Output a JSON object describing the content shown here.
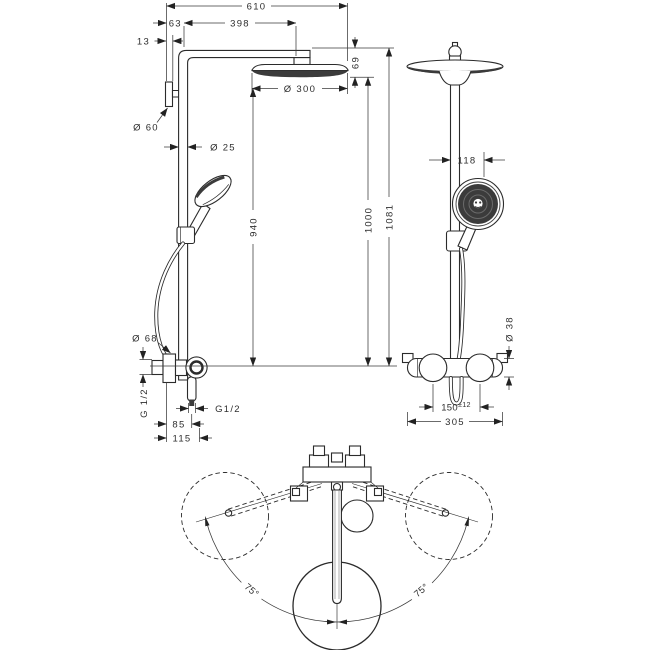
{
  "colors": {
    "line": "#2b2b2b",
    "dim": "#3a3a3a",
    "dark_fill": "#3b3b3b",
    "background": "#ffffff"
  },
  "side_view": {
    "dim_total_reach": "610",
    "dim_wall_offset": "63",
    "dim_arm_length": "398",
    "dim_bracket_depth": "13",
    "dim_bracket_dia": "Ø 60",
    "dim_pipe_dia": "Ø 25",
    "dim_head_dia": "Ø 300",
    "dim_head_height": "69",
    "dim_height_handshower": "940",
    "dim_height_head_bottom": "1000",
    "dim_height_total": "1081",
    "dim_valve_dia": "Ø 68",
    "label_inlet_thread": "G 1/2",
    "label_outlet_thread": "G1/2",
    "dim_outlet_offset": "85",
    "dim_pipe_offset": "115"
  },
  "front_view": {
    "dim_handshower_dia": "118",
    "dim_valve_body_dia": "Ø 38",
    "dim_connection_spacing_base": "150",
    "dim_connection_spacing_tolerance": "±12",
    "dim_valve_width": "305"
  },
  "top_view": {
    "dim_swivel_left": "75°",
    "dim_swivel_right": "75°"
  }
}
